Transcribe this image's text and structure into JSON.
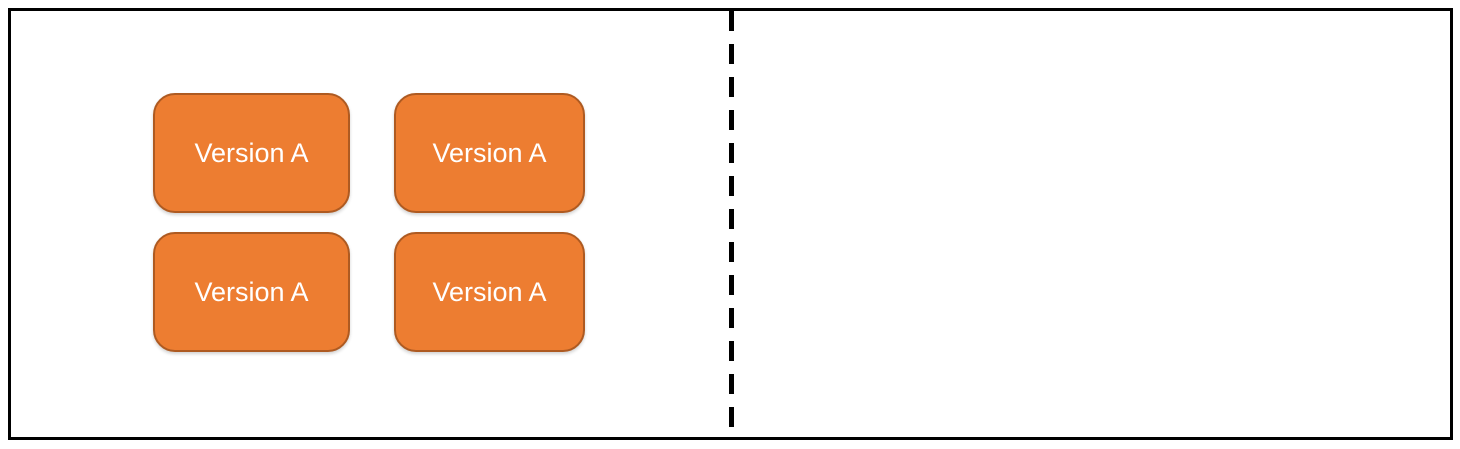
{
  "canvas": {
    "background_color": "#FFFFFF",
    "frame_border_color": "#000000",
    "divider_color": "#000000",
    "divider_style": "dashed-vertical"
  },
  "shapes": [
    {
      "label": "Version A",
      "position": "top-left"
    },
    {
      "label": "Version A",
      "position": "top-right"
    },
    {
      "label": "Version A",
      "position": "bottom-left"
    },
    {
      "label": "Version A",
      "position": "bottom-right"
    }
  ],
  "shape_style": {
    "fill_color": "#ED7D31",
    "border_color": "#AE5A21",
    "text_color": "#FFFFFF"
  }
}
